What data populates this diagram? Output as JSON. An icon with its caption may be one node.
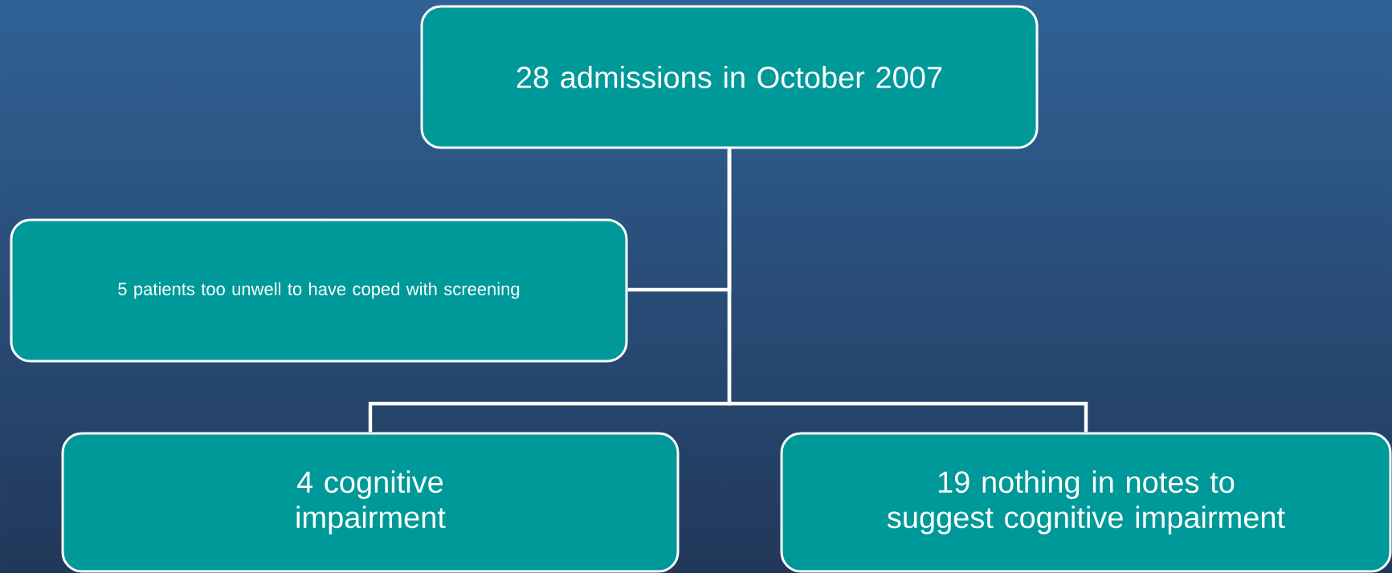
{
  "diagram": {
    "nodes": [
      {
        "text": [
          "28 admissions in October 2007"
        ]
      },
      {
        "text": [
          "5 patients too unwell to have coped with screening"
        ]
      },
      {
        "text": [
          "4 cognitive impairment"
        ]
      },
      {
        "text": [
          "19 nothing in notes to suggest cognitive impairment"
        ]
      }
    ],
    "edges": [
      {
        "from": 0,
        "to": 1,
        "arrow": "none"
      },
      {
        "from": 0,
        "to": 2,
        "arrow": "none"
      },
      {
        "from": 0,
        "to": 3,
        "arrow": "none"
      }
    ]
  }
}
